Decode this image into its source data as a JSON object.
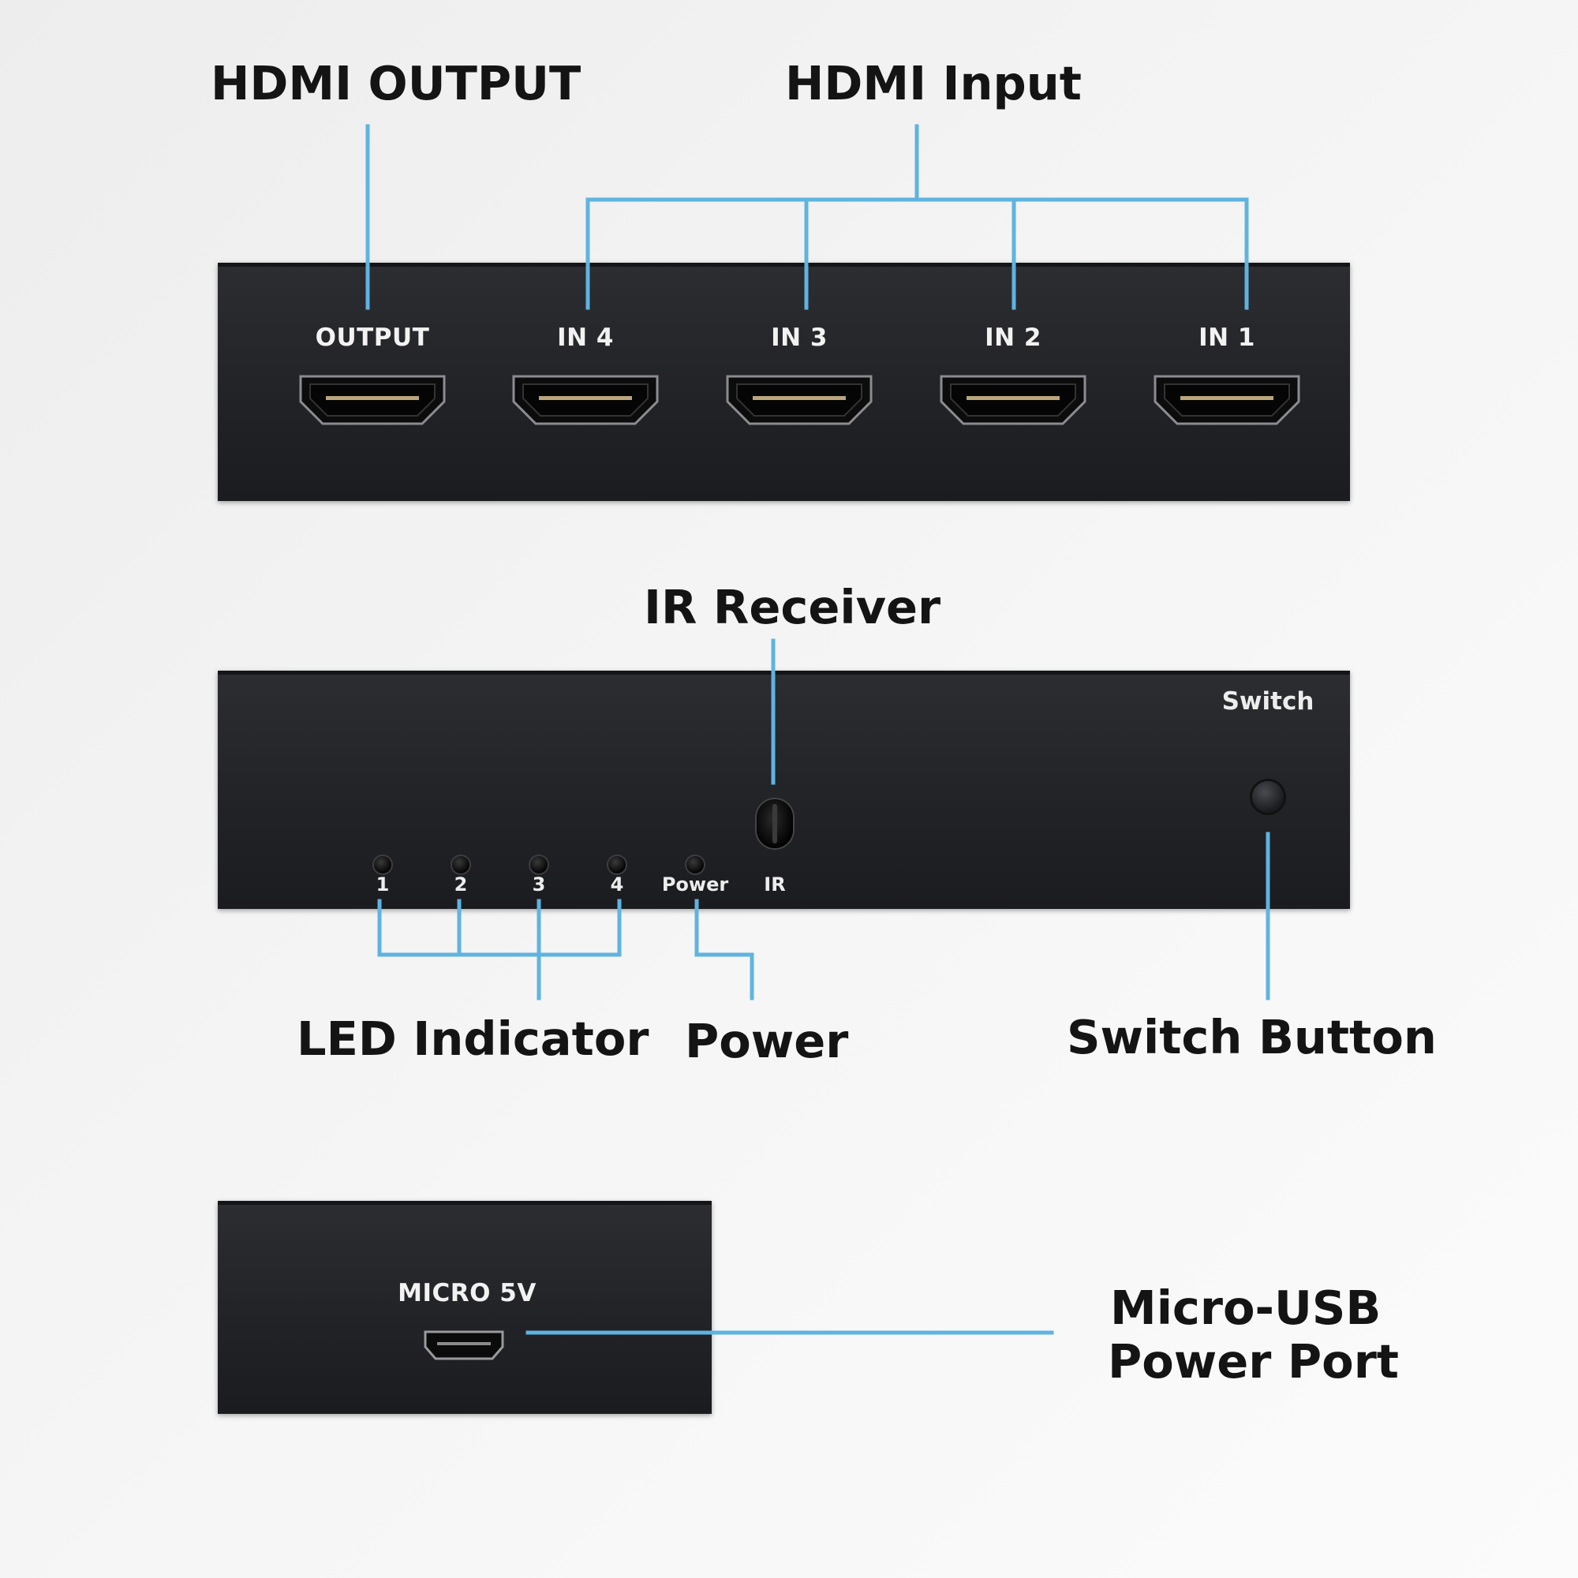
{
  "callouts": {
    "hdmi_output": "HDMI OUTPUT",
    "hdmi_input": "HDMI Input",
    "ir_receiver": "IR Receiver",
    "led_indicator": "LED Indicator",
    "power": "Power",
    "switch_button": "Switch Button",
    "micro_usb_line1": "Micro-USB",
    "micro_usb_line2": "Power Port"
  },
  "back_panel": {
    "ports": [
      "OUTPUT",
      "IN 4",
      "IN 3",
      "IN 2",
      "IN 1"
    ]
  },
  "front_panel": {
    "leds": [
      "1",
      "2",
      "3",
      "4",
      "Power"
    ],
    "ir_label": "IR",
    "switch_label": "Switch"
  },
  "side_panel": {
    "port_label": "MICRO 5V"
  },
  "colors": {
    "leader_line": "#5fb3e0",
    "panel": "#25262a",
    "text": "#141414"
  }
}
